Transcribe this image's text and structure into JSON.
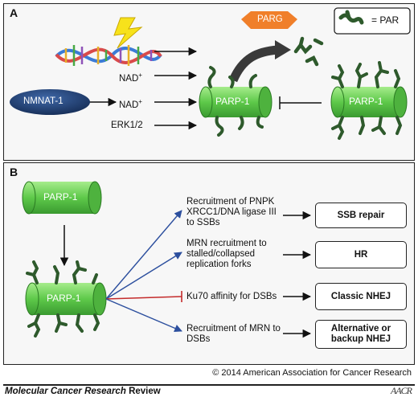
{
  "panel_a": {
    "label": "A",
    "legend": {
      "text": "= PAR"
    },
    "inputs": {
      "nad1": "NAD",
      "nad2": "NAD",
      "erk": "ERK1/2",
      "sup": "+"
    },
    "nmnat": "NMNAT-1",
    "parg": "PARG",
    "parp_center": "PARP-1",
    "parp_right": "PARP-1"
  },
  "panel_b": {
    "label": "B",
    "parp_top": "PARP-1",
    "parp_bottom": "PARP-1",
    "pathways": [
      {
        "text": "Recruitment of PNPK\nXRCC1/DNA ligase III\nto SSBs",
        "outcome": "SSB repair",
        "relation": "activates"
      },
      {
        "text": "MRN recruitment to\nstalled/collapsed\nreplication forks",
        "outcome": "HR",
        "relation": "activates"
      },
      {
        "text": "Ku70 affinity for DSBs",
        "outcome": "Classic NHEJ",
        "relation": "inhibits"
      },
      {
        "text": "Recruitment of MRN to\nDSBs",
        "outcome": "Alternative or\nbackup NHEJ",
        "relation": "activates"
      }
    ]
  },
  "footer": {
    "copyright": "© 2014 American Association for Cancer Research",
    "journal_italic": "Molecular Cancer Research",
    "journal_bold": "Review",
    "logo": "AACR"
  },
  "colors": {
    "parp_green": "#6fcf5a",
    "par_chain": "#2e5a2c",
    "nmnat_blue": "#1f3f73",
    "parg_orange": "#f07f2a",
    "blue_arrow": "#2c4f9e",
    "red_inhibit": "#c42b2b"
  }
}
